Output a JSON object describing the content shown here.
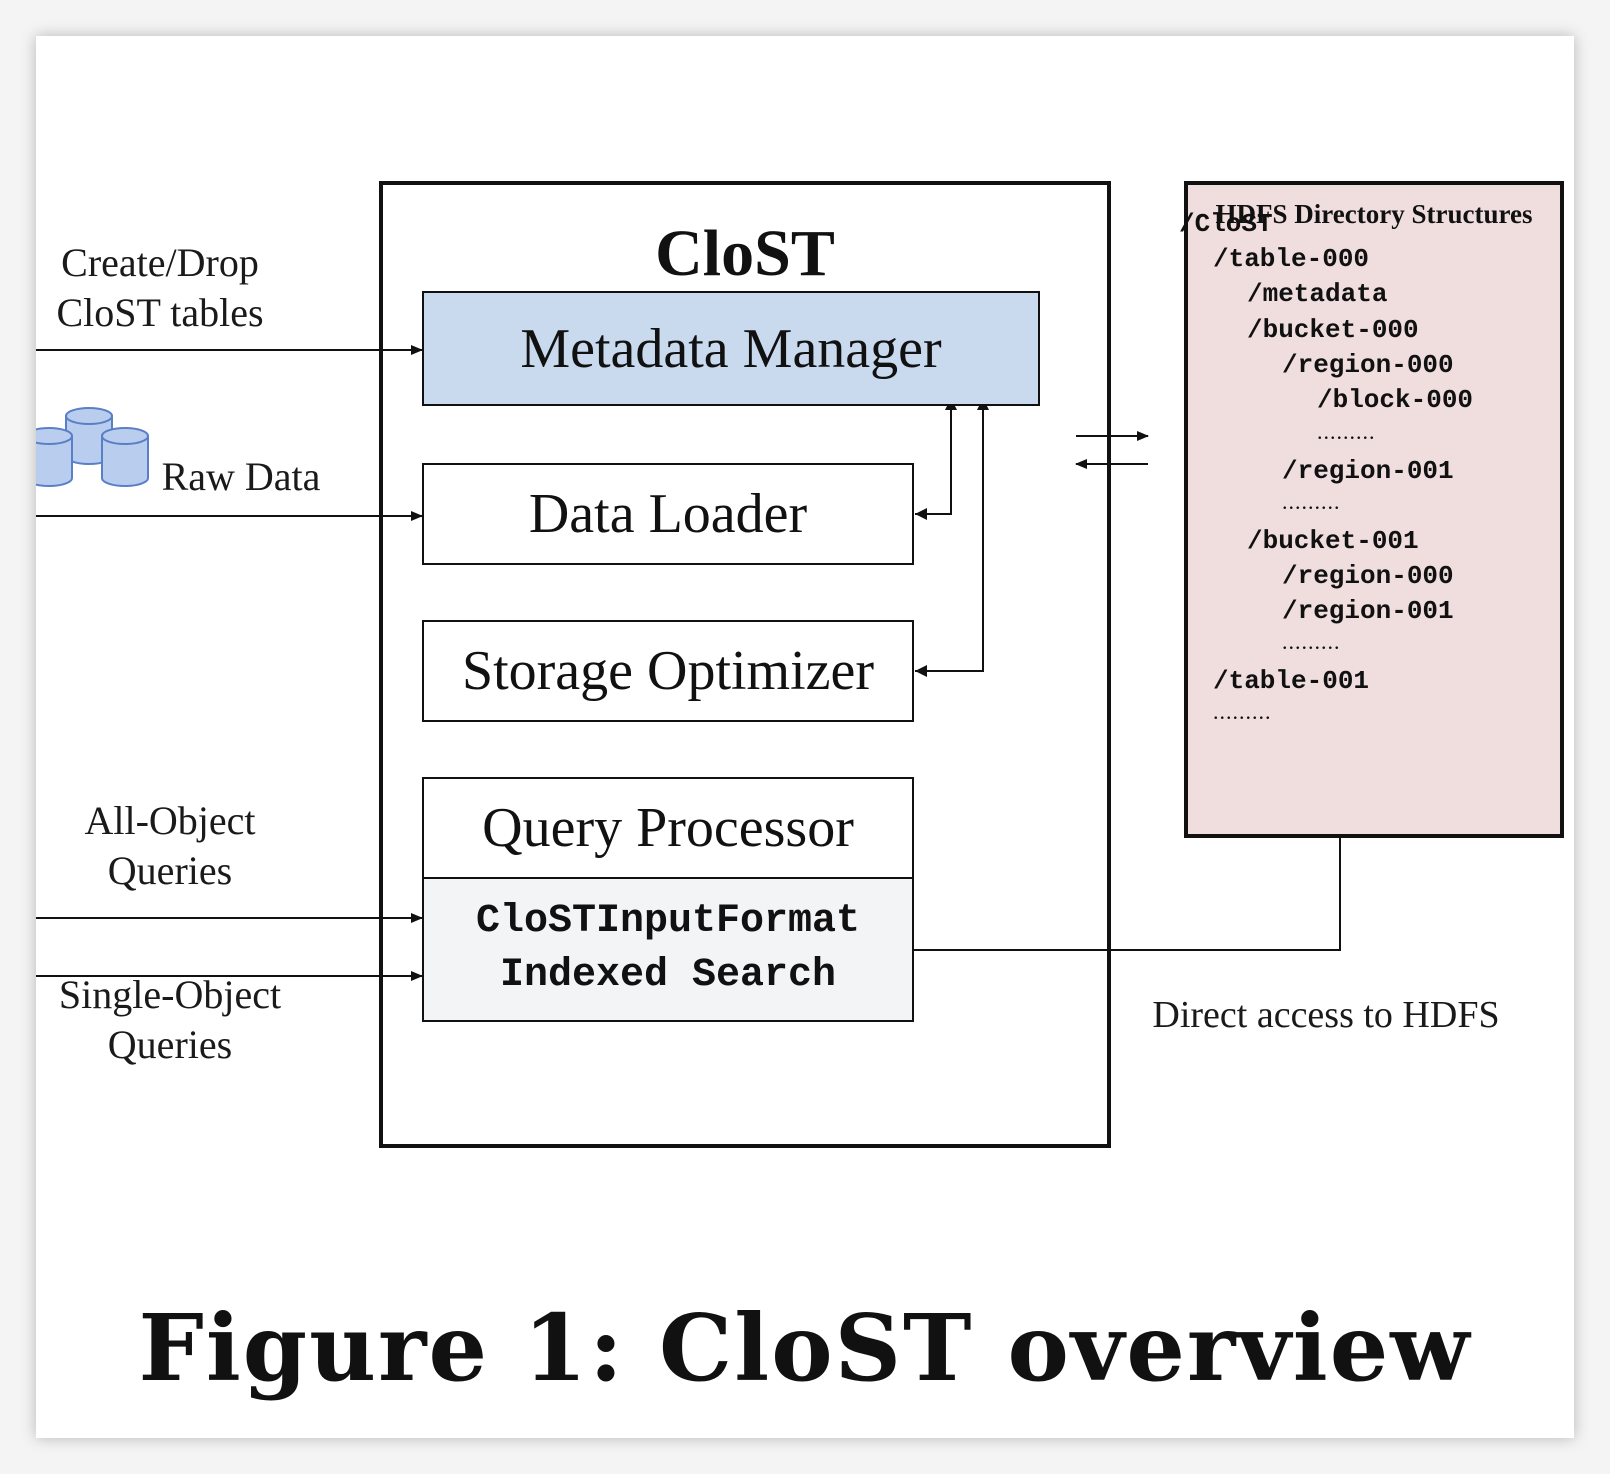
{
  "diagram": {
    "title": "CloST",
    "modules": {
      "metadata_manager": "Metadata Manager",
      "data_loader": "Data Loader",
      "storage_optimizer": "Storage Optimizer",
      "query_processor": "Query Processor",
      "input_format": "CloSTInputFormat",
      "indexed_search": "Indexed Search"
    },
    "inputs": {
      "create_drop_line1": "Create/Drop",
      "create_drop_line2": "CloST tables",
      "raw_data": "Raw Data",
      "all_object_line1": "All-Object",
      "all_object_line2": "Queries",
      "single_object_line1": "Single-Object",
      "single_object_line2": "Queries"
    },
    "hdfs": {
      "title": "HDFS Directory Structures",
      "tree": [
        "/CloST",
        "/table-000",
        "/metadata",
        "/bucket-000",
        "/region-000",
        "/block-000",
        "/region-001",
        "/bucket-001",
        "/region-000",
        "/region-001",
        "/table-001"
      ],
      "ellipsis": "........."
    },
    "direct_access": "Direct access to HDFS",
    "caption": "Figure 1:  CloST overview",
    "colors": {
      "metadata_fill": "#c9d9ee",
      "hdfs_fill": "#f0dede",
      "query_subbox_fill": "#f3f4f6",
      "database_icon": "#b9cdee"
    }
  }
}
